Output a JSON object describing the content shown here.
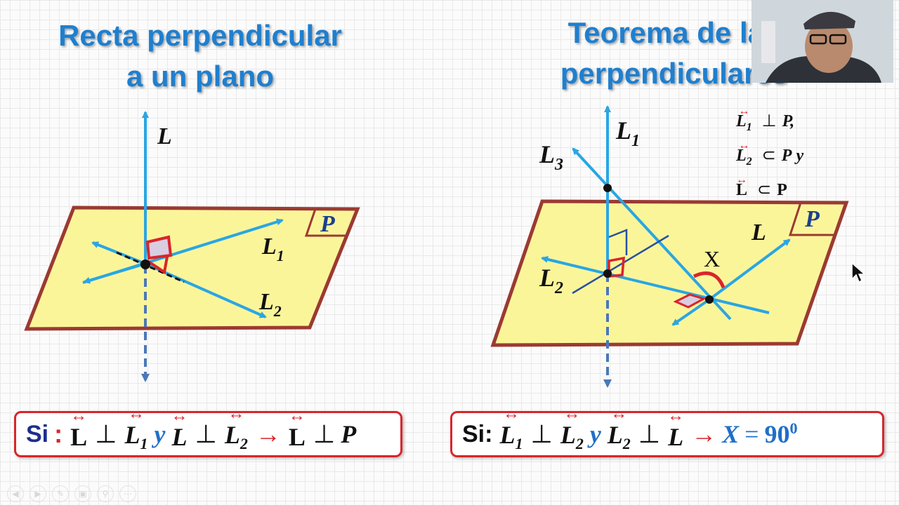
{
  "left_panel": {
    "title_line1": "Recta perpendicular",
    "title_line2": "a un plano",
    "labels": {
      "L": "L",
      "L1": "L",
      "L1_sub": "1",
      "L2": "L",
      "L2_sub": "2",
      "P": "P"
    }
  },
  "right_panel": {
    "title_line1": "Teorema de las",
    "title_line2": "perpendiculares",
    "labels": {
      "L1": "L",
      "L1_sub": "1",
      "L2": "L",
      "L2_sub": "2",
      "L3": "L",
      "L3_sub": "3",
      "L": "L",
      "X": "X",
      "P": "P"
    },
    "premises": [
      {
        "line": "L",
        "sub": "1",
        "rel": "⊥",
        "obj": "P,",
        "tail": ""
      },
      {
        "line": "L",
        "sub": "2",
        "rel": "⊂",
        "obj": "P",
        "tail": "y"
      },
      {
        "line": "L",
        "sub": "",
        "rel": "⊂",
        "obj": "P",
        "tail": ""
      }
    ]
  },
  "formula_left": {
    "si": "Si",
    "colon": ":",
    "l": "L",
    "perp1": "⊥",
    "l1": "L",
    "l1_sub": "1",
    "y": "y",
    "l_b": "L",
    "perp2": "⊥",
    "l2": "L",
    "l2_sub": "2",
    "arrow": "→",
    "l_c": "L",
    "perp3": "⊥",
    "p": "P"
  },
  "formula_right": {
    "si": "Si:",
    "l1": "L",
    "l1_sub": "1",
    "perp1": "⊥",
    "l2": "L",
    "l2_sub": "2",
    "y": "y",
    "l2b": "L",
    "l2b_sub": "2",
    "perp2": "⊥",
    "l": "L",
    "arrow": "→",
    "x": "X",
    "eq": "=",
    "value": "90",
    "exp": "0"
  },
  "toolbar_icons": [
    "back-icon",
    "play-icon",
    "pen-icon",
    "pages-icon",
    "zoom-icon",
    "more-icon"
  ],
  "colors": {
    "title_blue": "#1f7fcf",
    "line_blue": "#29a6e3",
    "plane_fill": "#fbf59a",
    "plane_border": "#9b3a32",
    "accent_red": "#d9252b"
  }
}
